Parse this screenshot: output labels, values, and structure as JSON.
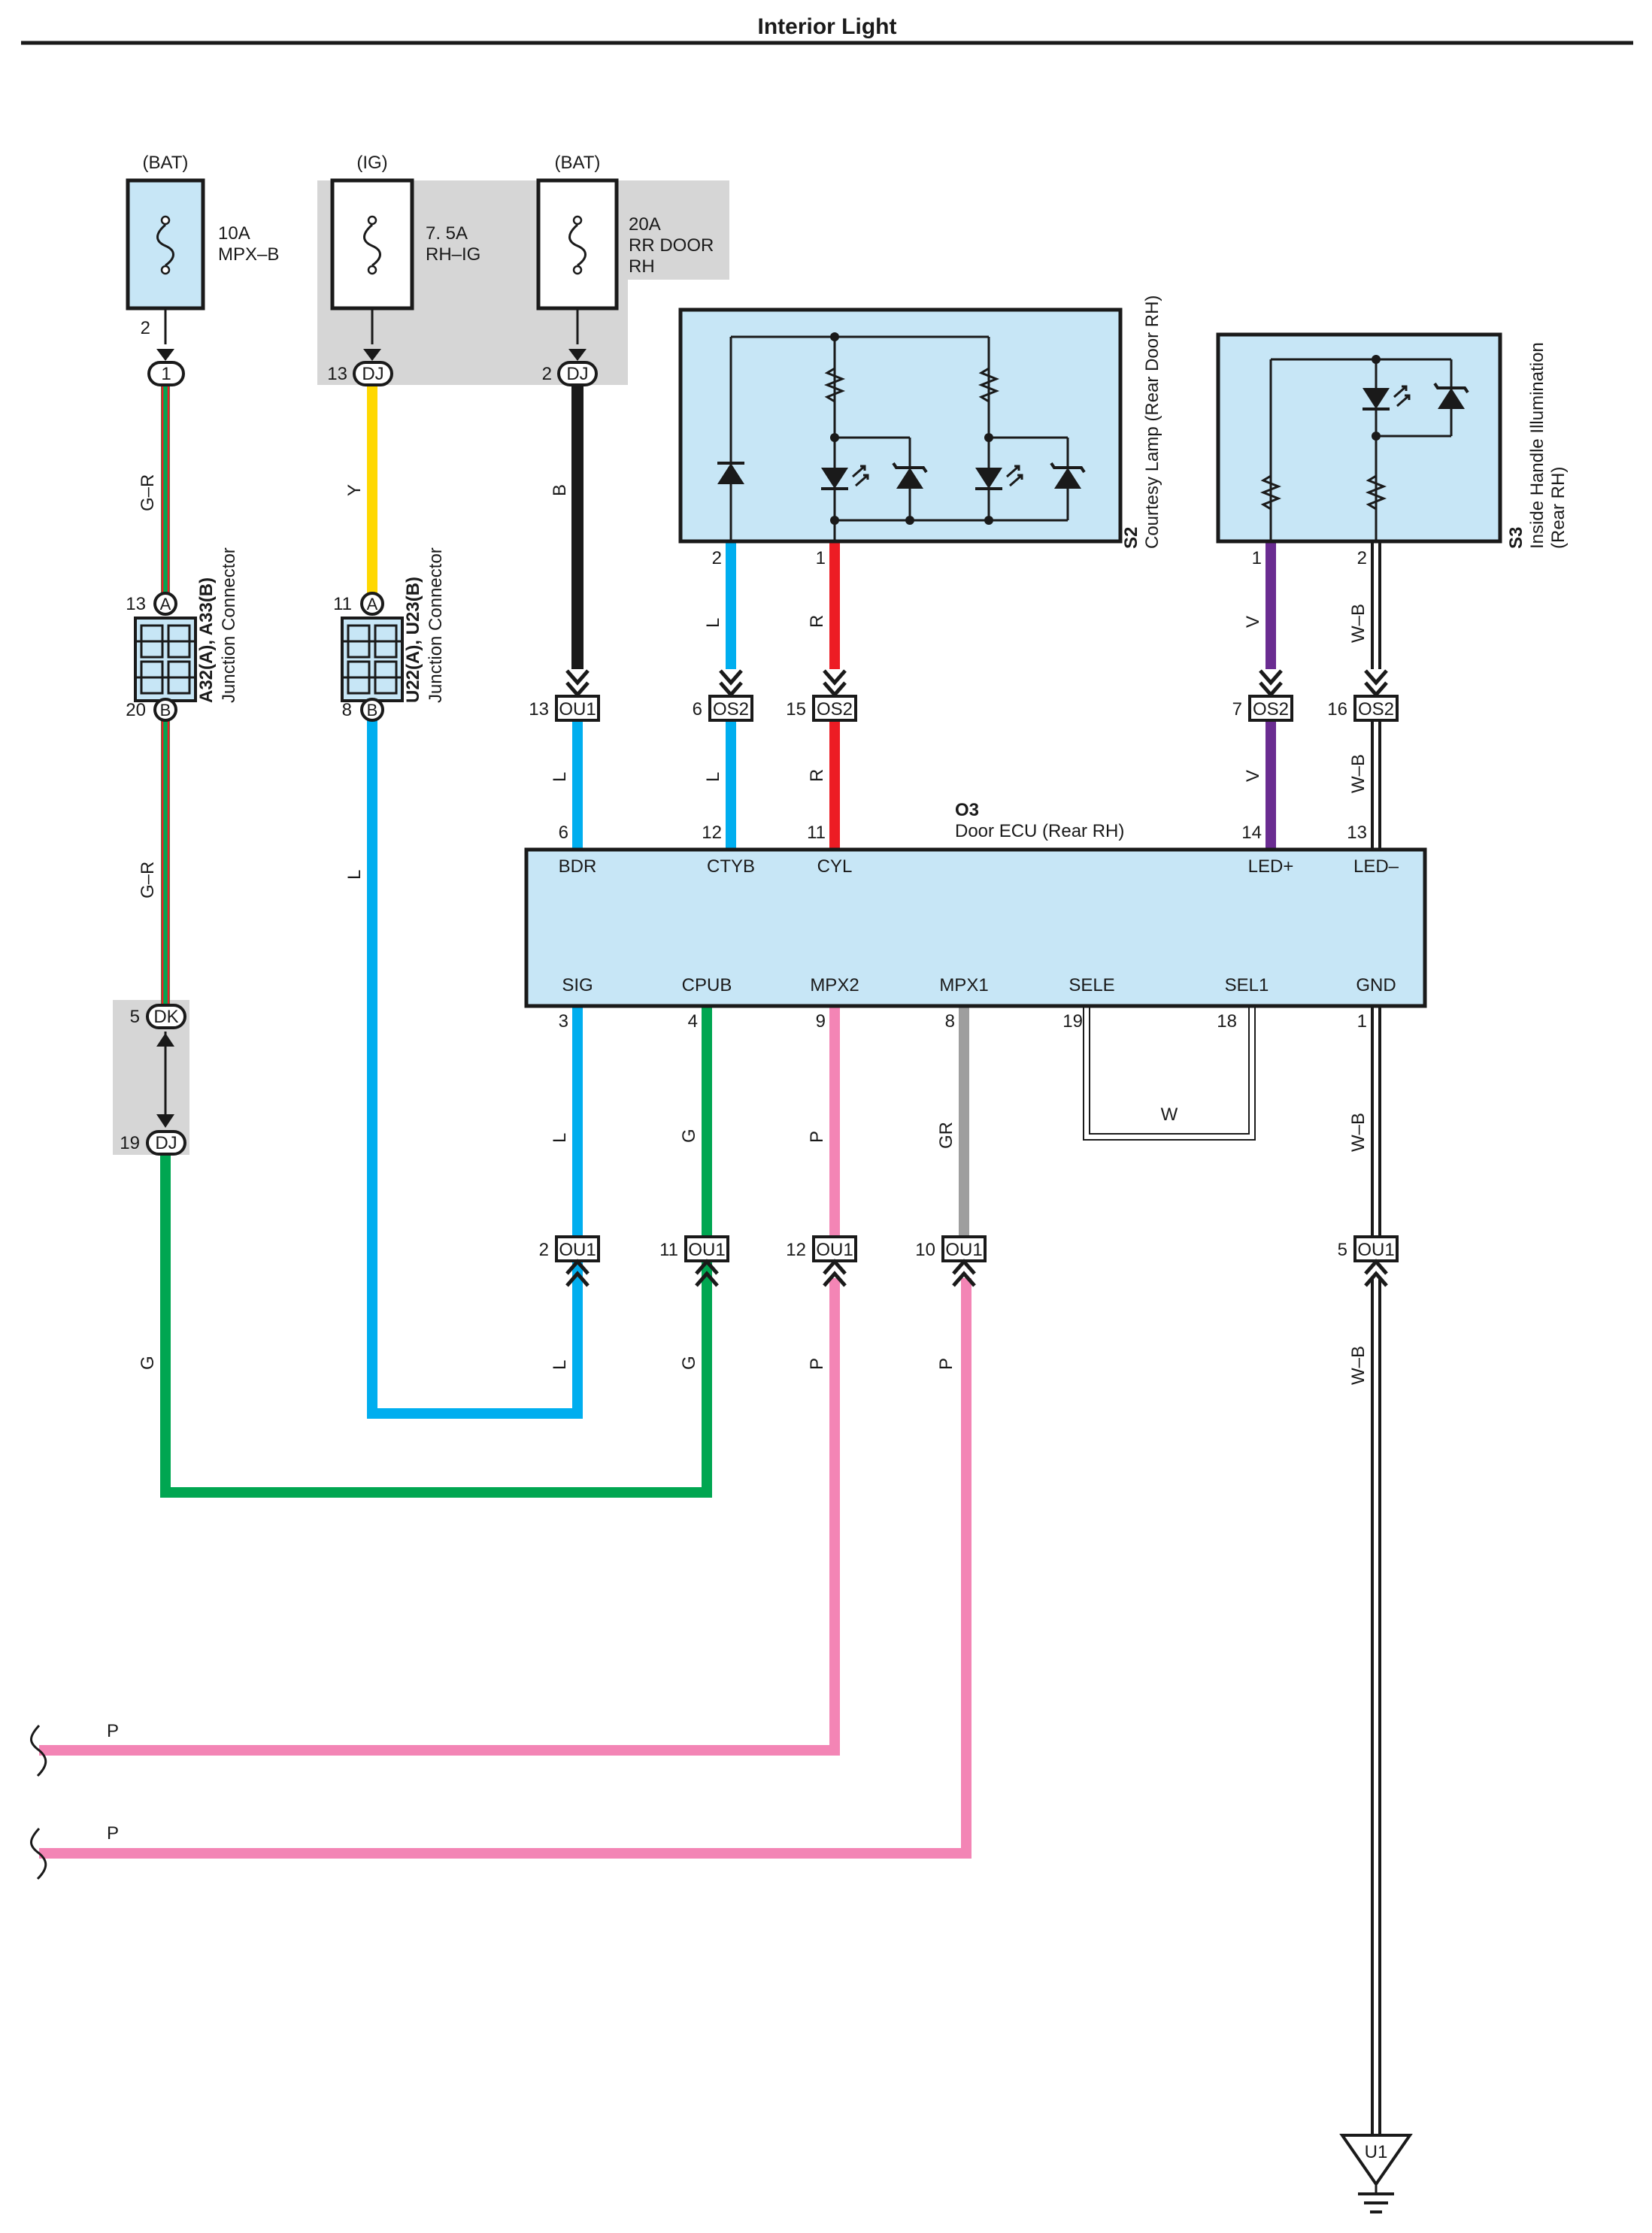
{
  "title": "Interior Light",
  "colors": {
    "box_fill": "#c7e6f6",
    "shade": "#d6d6d6",
    "wire_G": "#00a651",
    "wire_R": "#ed1c24",
    "wire_Y": "#ffd800",
    "wire_L": "#00aeef",
    "wire_B": "#1a1a1a",
    "wire_V": "#6a2c91",
    "wire_P": "#f385b5",
    "wire_GR": "#9e9e9e",
    "wire_W": "#ffffff"
  },
  "fuses": [
    {
      "id": "fuse-10a-mpx-b",
      "source": "(BAT)",
      "lines": [
        "10A",
        "MPX–B"
      ],
      "pin": "2"
    },
    {
      "id": "fuse-7-5a-rh-ig",
      "source": "(IG)",
      "lines": [
        "7. 5A",
        "RH–IG"
      ],
      "pin": "13"
    },
    {
      "id": "fuse-20a-rr-door-rh",
      "source": "(BAT)",
      "lines": [
        "20A",
        "RR DOOR",
        "RH"
      ],
      "pin": "2"
    }
  ],
  "connectors": {
    "c1": {
      "code": "1"
    },
    "dj1": {
      "code": "DJ",
      "pin": "13"
    },
    "dj2": {
      "code": "DJ",
      "pin": "2"
    },
    "dk": {
      "code": "DK",
      "pin": "5"
    },
    "dj3": {
      "code": "DJ",
      "pin": "19"
    },
    "ou1_13": {
      "code": "OU1",
      "pin": "13"
    },
    "os2_6": {
      "code": "OS2",
      "pin": "6"
    },
    "os2_15": {
      "code": "OS2",
      "pin": "15"
    },
    "os2_7": {
      "code": "OS2",
      "pin": "7"
    },
    "os2_16": {
      "code": "OS2",
      "pin": "16"
    },
    "ou1_2": {
      "code": "OU1",
      "pin": "2"
    },
    "ou1_11": {
      "code": "OU1",
      "pin": "11"
    },
    "ou1_12": {
      "code": "OU1",
      "pin": "12"
    },
    "ou1_10": {
      "code": "OU1",
      "pin": "10"
    },
    "ou1_5": {
      "code": "OU1",
      "pin": "5"
    }
  },
  "junctions": [
    {
      "name": "A32(A), A33(B)",
      "desc": "Junction Connector",
      "pin_a": "13",
      "pin_b": "20",
      "a": "A",
      "b": "B"
    },
    {
      "name": "U22(A), U23(B)",
      "desc": "Junction Connector",
      "pin_a": "11",
      "pin_b": "8",
      "a": "A",
      "b": "B"
    }
  ],
  "s2": {
    "code": "S2",
    "name": "Courtesy Lamp (Rear Door RH)",
    "pins": [
      "2",
      "1"
    ]
  },
  "s3": {
    "code": "S3",
    "name": "Inside Handle Illumination",
    "name2": "(Rear RH)",
    "pins": [
      "1",
      "2"
    ]
  },
  "ecu": {
    "code": "O3",
    "name": "Door ECU (Rear RH)",
    "top_pins": [
      {
        "pin": "6",
        "label": "BDR"
      },
      {
        "pin": "12",
        "label": "CTYB"
      },
      {
        "pin": "11",
        "label": "CYL"
      },
      {
        "pin": "14",
        "label": "LED+"
      },
      {
        "pin": "13",
        "label": "LED–"
      }
    ],
    "bottom_pins": [
      {
        "pin": "3",
        "label": "SIG"
      },
      {
        "pin": "4",
        "label": "CPUB"
      },
      {
        "pin": "9",
        "label": "MPX2"
      },
      {
        "pin": "8",
        "label": "MPX1"
      },
      {
        "pin": "19",
        "label": "SELE"
      },
      {
        "pin": "18",
        "label": "SEL1"
      },
      {
        "pin": "1",
        "label": "GND"
      }
    ]
  },
  "wire_labels": {
    "gr1": "G–R",
    "y": "Y",
    "b": "B",
    "l_s2": "L",
    "r_s2": "R",
    "v_s3": "V",
    "wb_s3": "W–B",
    "l_ou1": "L",
    "l_os2": "L",
    "r_os2": "R",
    "v_os2": "V",
    "wb_os2": "W–B",
    "gr2": "G–R",
    "l_u": "L",
    "l_sig": "L",
    "g_cpub": "G",
    "p_mpx2": "P",
    "gr_mpx1": "GR",
    "w_sel": "W",
    "wb_gnd": "W–B",
    "g_left": "G",
    "l_ret": "L",
    "g_ret": "G",
    "p_ret1": "P",
    "p_ret2": "P",
    "wb_ret": "W–B",
    "p_long1": "P",
    "p_long2": "P"
  },
  "ground": {
    "code": "U1"
  }
}
